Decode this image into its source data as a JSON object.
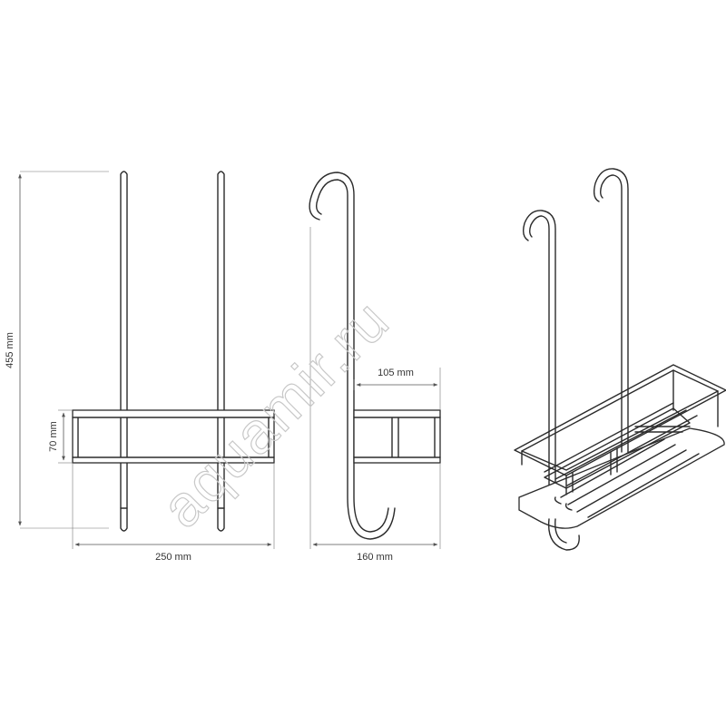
{
  "dimensions": {
    "height": "455 mm",
    "basket_height": "70 mm",
    "width": "250 mm",
    "depth_basket": "105 mm",
    "depth_total": "160 mm"
  },
  "watermark": "aquamir.ru"
}
